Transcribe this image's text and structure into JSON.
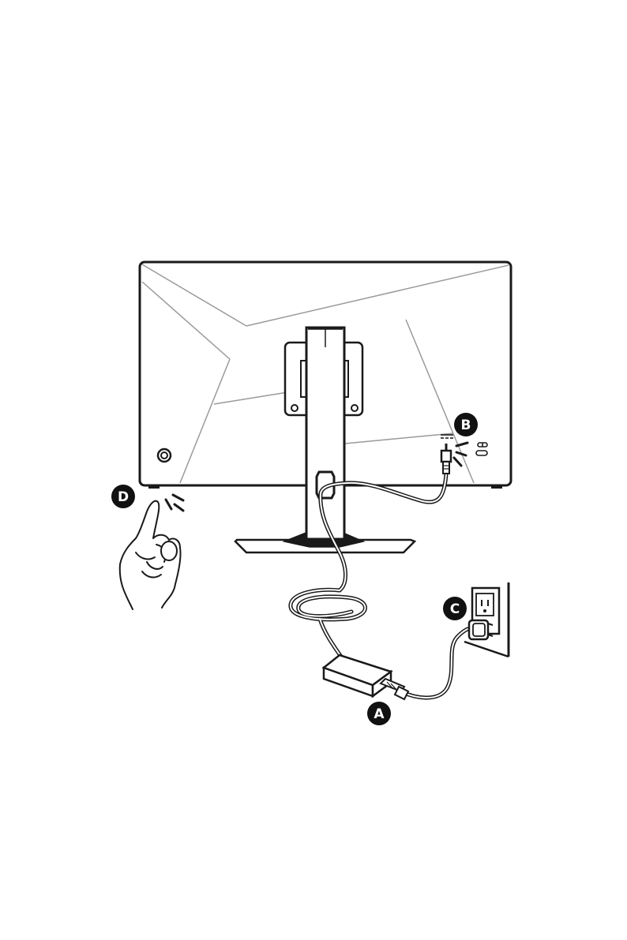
{
  "labels": {
    "adapter": "A",
    "dc_port": "B",
    "outlet": "C",
    "power_button": "D"
  },
  "colors": {
    "stroke": "#1a1a1a",
    "light_stroke": "#9a9a9a",
    "badge": "#111111",
    "badge_text": "#ffffff",
    "background": "#ffffff"
  }
}
